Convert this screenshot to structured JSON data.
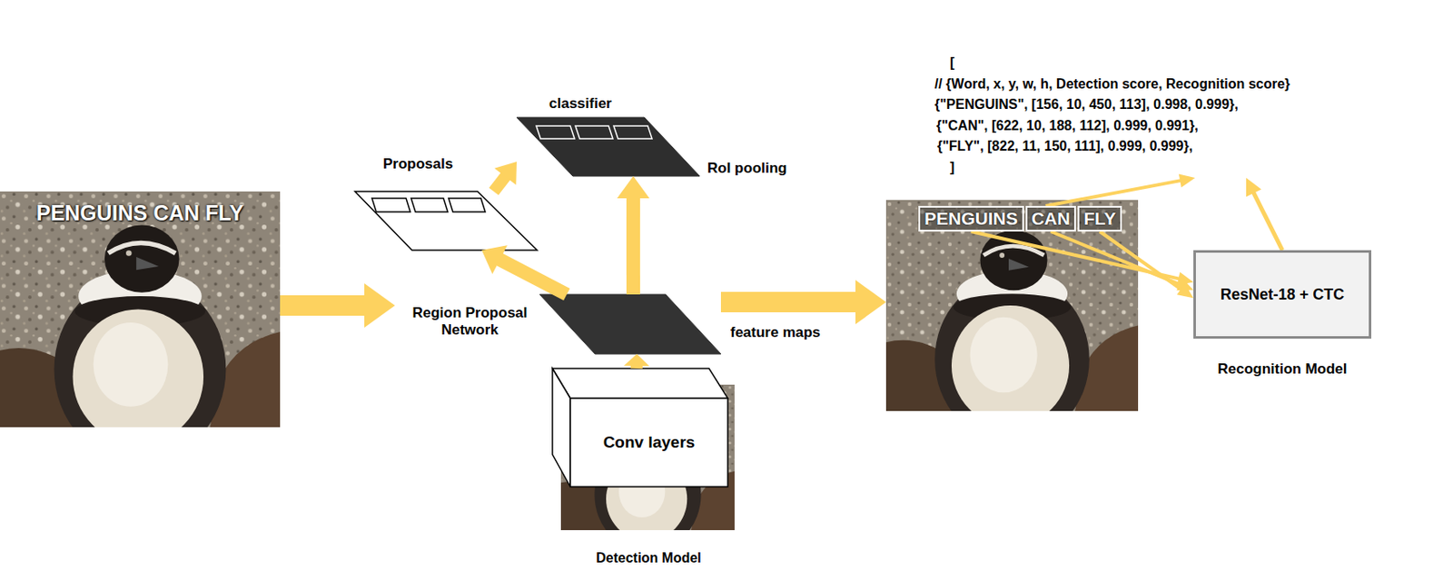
{
  "diagram": {
    "nodes": [
      {
        "text": [
          "PENGUINS CAN FLY"
        ]
      },
      {
        "text": [
          "Proposals"
        ]
      },
      {
        "text": [
          "classifier",
          "RoI pooling"
        ]
      },
      {
        "text": [
          "Region Proposal Network",
          "feature maps"
        ]
      },
      {
        "text": [
          "Conv layers"
        ]
      },
      {
        "text": []
      },
      {
        "text": [
          "PENGUINS"
        ],
        "in": 5
      },
      {
        "text": [
          "CAN"
        ],
        "in": 5
      },
      {
        "text": [
          "FLY"
        ],
        "in": 5
      },
      {
        "text": [
          "[",
          "// {Word, x, y, w, h, Detection score, Recognition score}",
          "{\"PENGUINS\", [156, 10, 450, 113], 0.998, 0.999},",
          "{\"CAN\", [622, 10, 188, 112], 0.999, 0.991},",
          "{\"FLY\", [822, 11, 150, 111], 0.999, 0.999},",
          "]"
        ]
      },
      {
        "text": [
          "ResNet-18 + CTC",
          "Recognition Model"
        ]
      }
    ],
    "edges": [
      {
        "from": 0,
        "to": 3,
        "arrow": "to"
      },
      {
        "from": 4,
        "to": 3,
        "arrow": "to"
      },
      {
        "from": 3,
        "to": 1,
        "arrow": "to"
      },
      {
        "from": 3,
        "to": 2,
        "arrow": "to"
      },
      {
        "from": 1,
        "to": 2,
        "arrow": "to"
      },
      {
        "from": 3,
        "to": 5,
        "arrow": "to"
      },
      {
        "from": 6,
        "to": 10,
        "arrow": "to"
      },
      {
        "from": 7,
        "to": 10,
        "arrow": "to"
      },
      {
        "from": 8,
        "to": 10,
        "arrow": "to"
      },
      {
        "from": 7,
        "to": 9,
        "arrow": "to"
      },
      {
        "from": 10,
        "to": 9,
        "arrow": "to"
      }
    ],
    "labels": [
      "Detection Model"
    ]
  }
}
